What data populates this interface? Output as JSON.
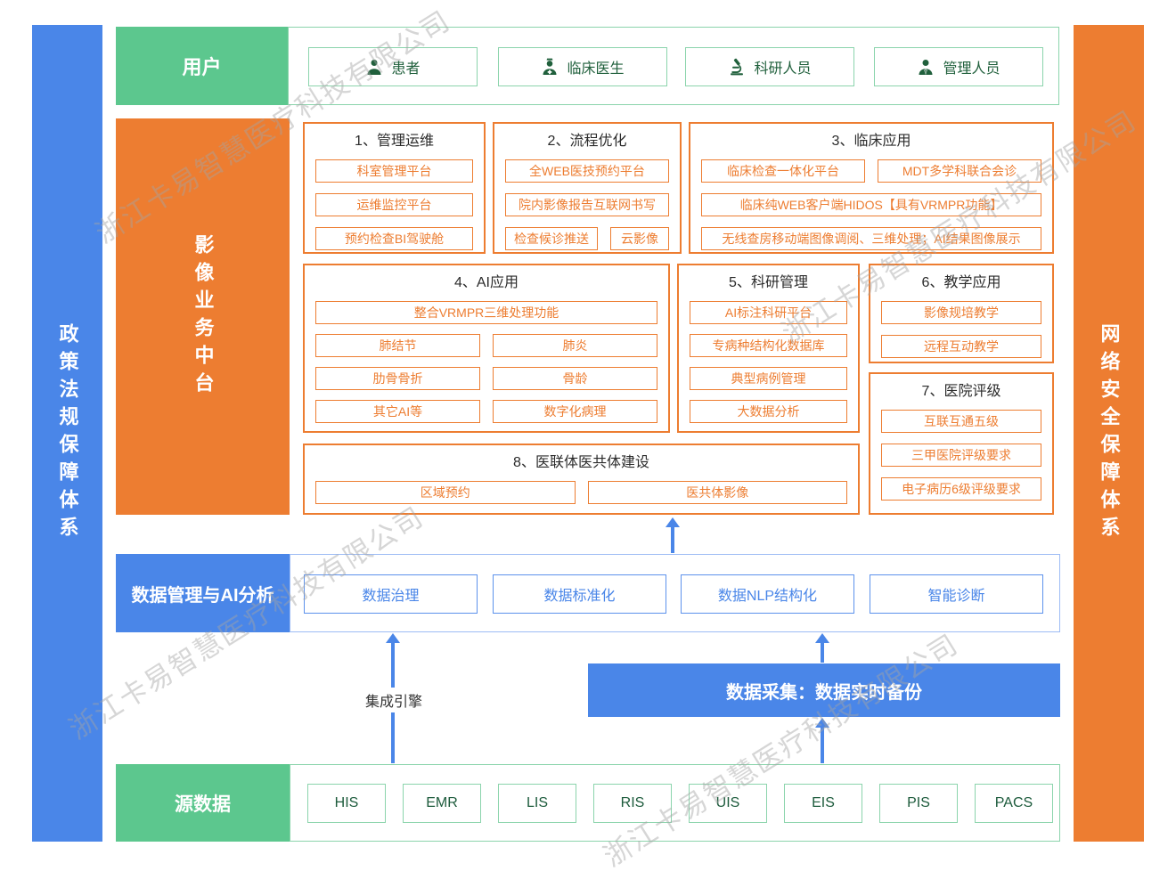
{
  "watermark": "浙江卡易智慧医疗科技有限公司",
  "side_bars": {
    "left": "政策法规保障体系",
    "right": "网络安全保障体系"
  },
  "users_row": {
    "label": "用户",
    "items": [
      {
        "icon": "patient-icon",
        "label": "患者"
      },
      {
        "icon": "doctor-icon",
        "label": "临床医生"
      },
      {
        "icon": "microscope-icon",
        "label": "科研人员"
      },
      {
        "icon": "admin-icon",
        "label": "管理人员"
      }
    ]
  },
  "platform": {
    "label": "影像业务中台",
    "sections": [
      {
        "title": "1、管理运维",
        "items": [
          "科室管理平台",
          "运维监控平台",
          "预约检查BI驾驶舱"
        ]
      },
      {
        "title": "2、流程优化",
        "items": [
          "全WEB医技预约平台",
          "院内影像报告互联网书写",
          "检查候诊推送",
          "云影像"
        ]
      },
      {
        "title": "3、临床应用",
        "items": [
          "临床检查一体化平台",
          "MDT多学科联合会诊",
          "临床纯WEB客户端HIDOS【具有VRMPR功能】",
          "无线查房移动端图像调阅、三维处理；AI结果图像展示"
        ]
      },
      {
        "title": "4、AI应用",
        "items": [
          "整合VRMPR三维处理功能",
          "肺结节",
          "肺炎",
          "肋骨骨折",
          "骨龄",
          "其它AI等",
          "数字化病理"
        ]
      },
      {
        "title": "5、科研管理",
        "items": [
          "AI标注科研平台",
          "专病种结构化数据库",
          "典型病例管理",
          "大数据分析"
        ]
      },
      {
        "title": "6、教学应用",
        "items": [
          "影像规培教学",
          "远程互动教学"
        ]
      },
      {
        "title": "7、医院评级",
        "items": [
          "互联互通五级",
          "三甲医院评级要求",
          "电子病历6级评级要求"
        ]
      },
      {
        "title": "8、医联体医共体建设",
        "items": [
          "区域预约",
          "医共体影像"
        ]
      }
    ]
  },
  "data_layer": {
    "label": "数据管理与AI分析",
    "items": [
      "数据治理",
      "数据标准化",
      "数据NLP结构化",
      "智能诊断"
    ]
  },
  "flows": {
    "integration_engine": "集成引擎",
    "data_collection": "数据采集：数据实时备份"
  },
  "source_row": {
    "label": "源数据",
    "items": [
      "HIS",
      "EMR",
      "LIS",
      "RIS",
      "UIS",
      "EIS",
      "PIS",
      "PACS"
    ]
  },
  "colors": {
    "green": "#5CC78E",
    "orange": "#ED7D31",
    "blue": "#4A86E8"
  }
}
